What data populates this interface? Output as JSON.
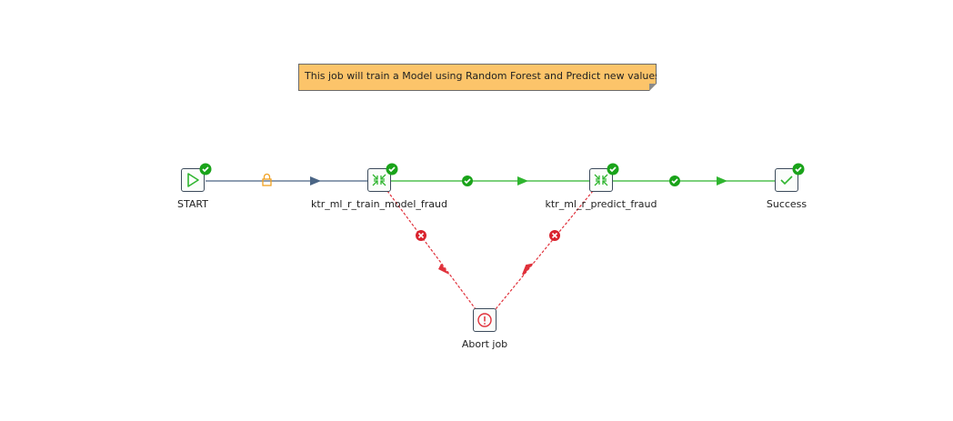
{
  "note": {
    "text": "This job will train a Model using Random Forest and Predict new values."
  },
  "nodes": {
    "start": {
      "label": "START",
      "icon": "play-icon"
    },
    "train": {
      "label": "ktr_ml_r_train_model_fraud",
      "icon": "transformation-icon"
    },
    "predict": {
      "label": "ktr_ml_r_predict_fraud",
      "icon": "transformation-icon"
    },
    "success": {
      "label": "Success",
      "icon": "checkmark-icon"
    },
    "abort": {
      "label": "Abort job",
      "icon": "abort-icon"
    }
  },
  "colors": {
    "hop_unconditional": "#4a6585",
    "hop_success": "#2fb52f",
    "hop_failure": "#e0303a",
    "note_background": "#fcc46a",
    "status_ok": "#1aa31a",
    "lock": "#f0a020"
  }
}
